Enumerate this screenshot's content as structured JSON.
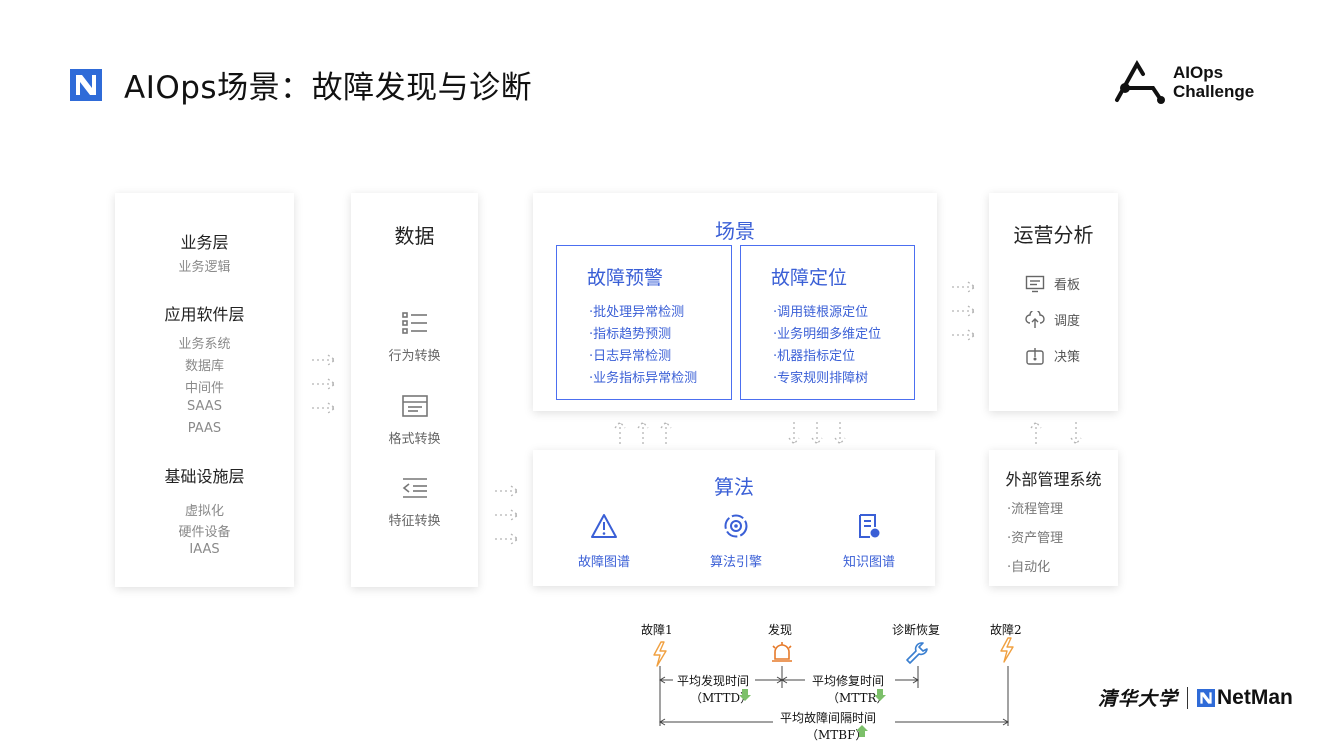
{
  "header": {
    "title": "AIOps场景：故障发现与诊断",
    "logo_line1": "AIOps",
    "logo_line2": "Challenge"
  },
  "layers": {
    "business": {
      "title": "业务层",
      "items": [
        "业务逻辑"
      ]
    },
    "app": {
      "title": "应用软件层",
      "items": [
        "业务系统",
        "数据库",
        "中间件",
        "SAAS",
        "PAAS"
      ]
    },
    "infra": {
      "title": "基础设施层",
      "items": [
        "虚拟化",
        "硬件设备",
        "IAAS"
      ]
    }
  },
  "data_col": {
    "title": "数据",
    "items": [
      "行为转换",
      "格式转换",
      "特征转换"
    ]
  },
  "scenario": {
    "title": "场景",
    "warning": {
      "title": "故障预警",
      "items": [
        "·批处理异常检测",
        "·指标趋势预测",
        "·日志异常检测",
        "·业务指标异常检测"
      ]
    },
    "locate": {
      "title": "故障定位",
      "items": [
        "·调用链根源定位",
        "·业务明细多维定位",
        "·机器指标定位",
        "·专家规则排障树"
      ]
    }
  },
  "algorithm": {
    "title": "算法",
    "items": [
      "故障图谱",
      "算法引擎",
      "知识图谱"
    ]
  },
  "ops": {
    "title": "运营分析",
    "items": [
      "看板",
      "调度",
      "决策"
    ]
  },
  "external": {
    "title": "外部管理系统",
    "items": [
      "·流程管理",
      "·资产管理",
      "·自动化"
    ]
  },
  "timeline": {
    "fault1": "故障1",
    "detect": "发现",
    "diagnose": "诊断恢复",
    "fault2": "故障2",
    "mttd_label": "平均发现时间",
    "mttd_abbr": "（MTTD）",
    "mttr_label": "平均修复时间",
    "mttr_abbr": "（MTTR）",
    "mtbf_label": "平均故障间隔时间",
    "mtbf_abbr": "（MTBF）",
    "colors": {
      "fault": "#f0a040",
      "detect": "#e67a2a",
      "repair": "#3a7fd0",
      "down": "#7cc06a"
    }
  },
  "footer": {
    "university": "清华大学",
    "brand": "NetMan"
  },
  "colors": {
    "accent": "#3a5fd6",
    "title": "#111111"
  }
}
